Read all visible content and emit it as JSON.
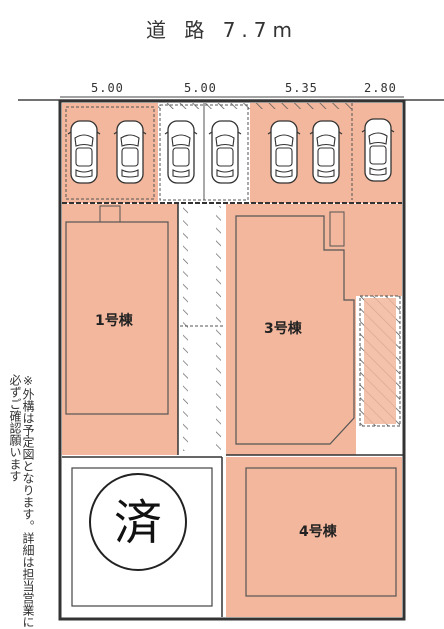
{
  "road": {
    "title": "道 路 7.7m"
  },
  "frontage": [
    "5.00",
    "5.00",
    "5.35",
    "2.80"
  ],
  "lots": {
    "lot1": "1号棟",
    "lot3": "3号棟",
    "lot4": "4号棟"
  },
  "sold_mark": "済",
  "note": "※外構は予定図となります。詳細は担当営業に必ずご確認願います",
  "colors": {
    "lot_fill": "#f2b79c",
    "outline": "#3a3a3a",
    "hatch": "#555555"
  },
  "icons": [
    "car-icon"
  ]
}
